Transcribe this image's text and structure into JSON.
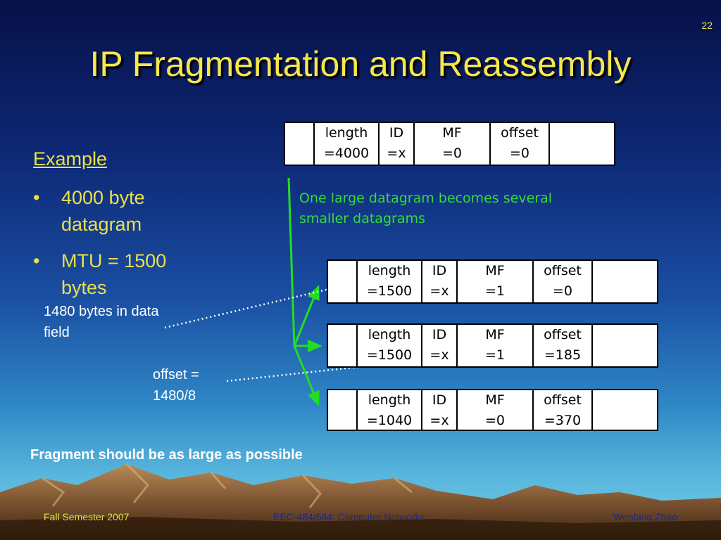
{
  "slide": {
    "number": "22",
    "title": "IP Fragmentation and Reassembly",
    "example_heading": "Example",
    "bullets": [
      {
        "symbol": "•",
        "text": "4000 byte datagram"
      },
      {
        "symbol": "•",
        "text": "MTU = 1500 bytes"
      }
    ],
    "notes": {
      "data_field": "1480 bytes in data field",
      "offset_calc": "offset = 1480/8"
    },
    "caption": "One large datagram becomes several smaller datagrams",
    "summary": "Fragment should be as large as possible"
  },
  "packets": {
    "original": {
      "length": "length\n=4000",
      "id": "ID\n=x",
      "mf": "MF\n=0",
      "offset": "offset\n=0"
    },
    "fragments": [
      {
        "length": "length\n=1500",
        "id": "ID\n=x",
        "mf": "MF\n=1",
        "offset": "offset\n=0"
      },
      {
        "length": "length\n=1500",
        "id": "ID\n=x",
        "mf": "MF\n=1",
        "offset": "offset\n=185"
      },
      {
        "length": "length\n=1040",
        "id": "ID\n=x",
        "mf": "MF\n=0",
        "offset": "offset\n=370"
      }
    ]
  },
  "footer": {
    "left": "Fall Semester 2007",
    "center": "EEC-484/584: Computer Networks",
    "right": "Wenbing Zhao"
  },
  "colors": {
    "title": "#f6e84a",
    "bullet_text": "#eae14a",
    "caption_green": "#33dd33",
    "arrow_green": "#22dd22",
    "dotted_arrow": "#ffffff",
    "packet_fill": "#ffffff",
    "mountain_dark": "#3c2410",
    "mountain_light": "#a77a4a"
  }
}
